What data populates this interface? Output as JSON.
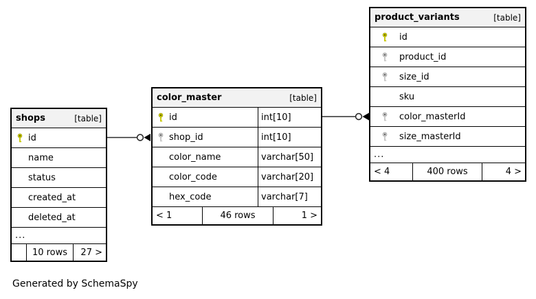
{
  "footer_note": "Generated by SchemaSpy",
  "colors": {
    "primary_key": "#c6c600",
    "foreign_key": "#c6c6c6",
    "header_bg": "#f2f2f2",
    "table_border": "#000000",
    "relation_line": "#2b2b2b"
  },
  "tables": {
    "shops": {
      "title": "shops",
      "tag": "[table]",
      "columns": [
        {
          "name": "id",
          "key": "primary"
        },
        {
          "name": "name",
          "key": "none"
        },
        {
          "name": "status",
          "key": "none"
        },
        {
          "name": "created_at",
          "key": "none"
        },
        {
          "name": "deleted_at",
          "key": "none"
        }
      ],
      "ellipsis": "...",
      "footer": {
        "left": "",
        "center": "10 rows",
        "right": "27 >"
      }
    },
    "color_master": {
      "title": "color_master",
      "tag": "[table]",
      "columns": [
        {
          "name": "id",
          "key": "primary",
          "type": "int[10]"
        },
        {
          "name": "shop_id",
          "key": "foreign",
          "type": "int[10]"
        },
        {
          "name": "color_name",
          "key": "none",
          "type": "varchar[50]"
        },
        {
          "name": "color_code",
          "key": "none",
          "type": "varchar[20]"
        },
        {
          "name": "hex_code",
          "key": "none",
          "type": "varchar[7]"
        }
      ],
      "footer": {
        "left": "< 1",
        "center": "46 rows",
        "right": "1 >"
      }
    },
    "product_variants": {
      "title": "product_variants",
      "tag": "[table]",
      "columns": [
        {
          "name": "id",
          "key": "primary"
        },
        {
          "name": "product_id",
          "key": "foreign"
        },
        {
          "name": "size_id",
          "key": "foreign"
        },
        {
          "name": "sku",
          "key": "none"
        },
        {
          "name": "color_masterId",
          "key": "foreign"
        },
        {
          "name": "size_masterId",
          "key": "foreign"
        }
      ],
      "ellipsis": "...",
      "footer": {
        "left": "< 4",
        "center": "400 rows",
        "right": "4 >"
      }
    }
  },
  "relations": [
    {
      "from": "shops.id",
      "to": "color_master.shop_id"
    },
    {
      "from": "color_master.id",
      "to": "product_variants.color_masterId"
    }
  ]
}
